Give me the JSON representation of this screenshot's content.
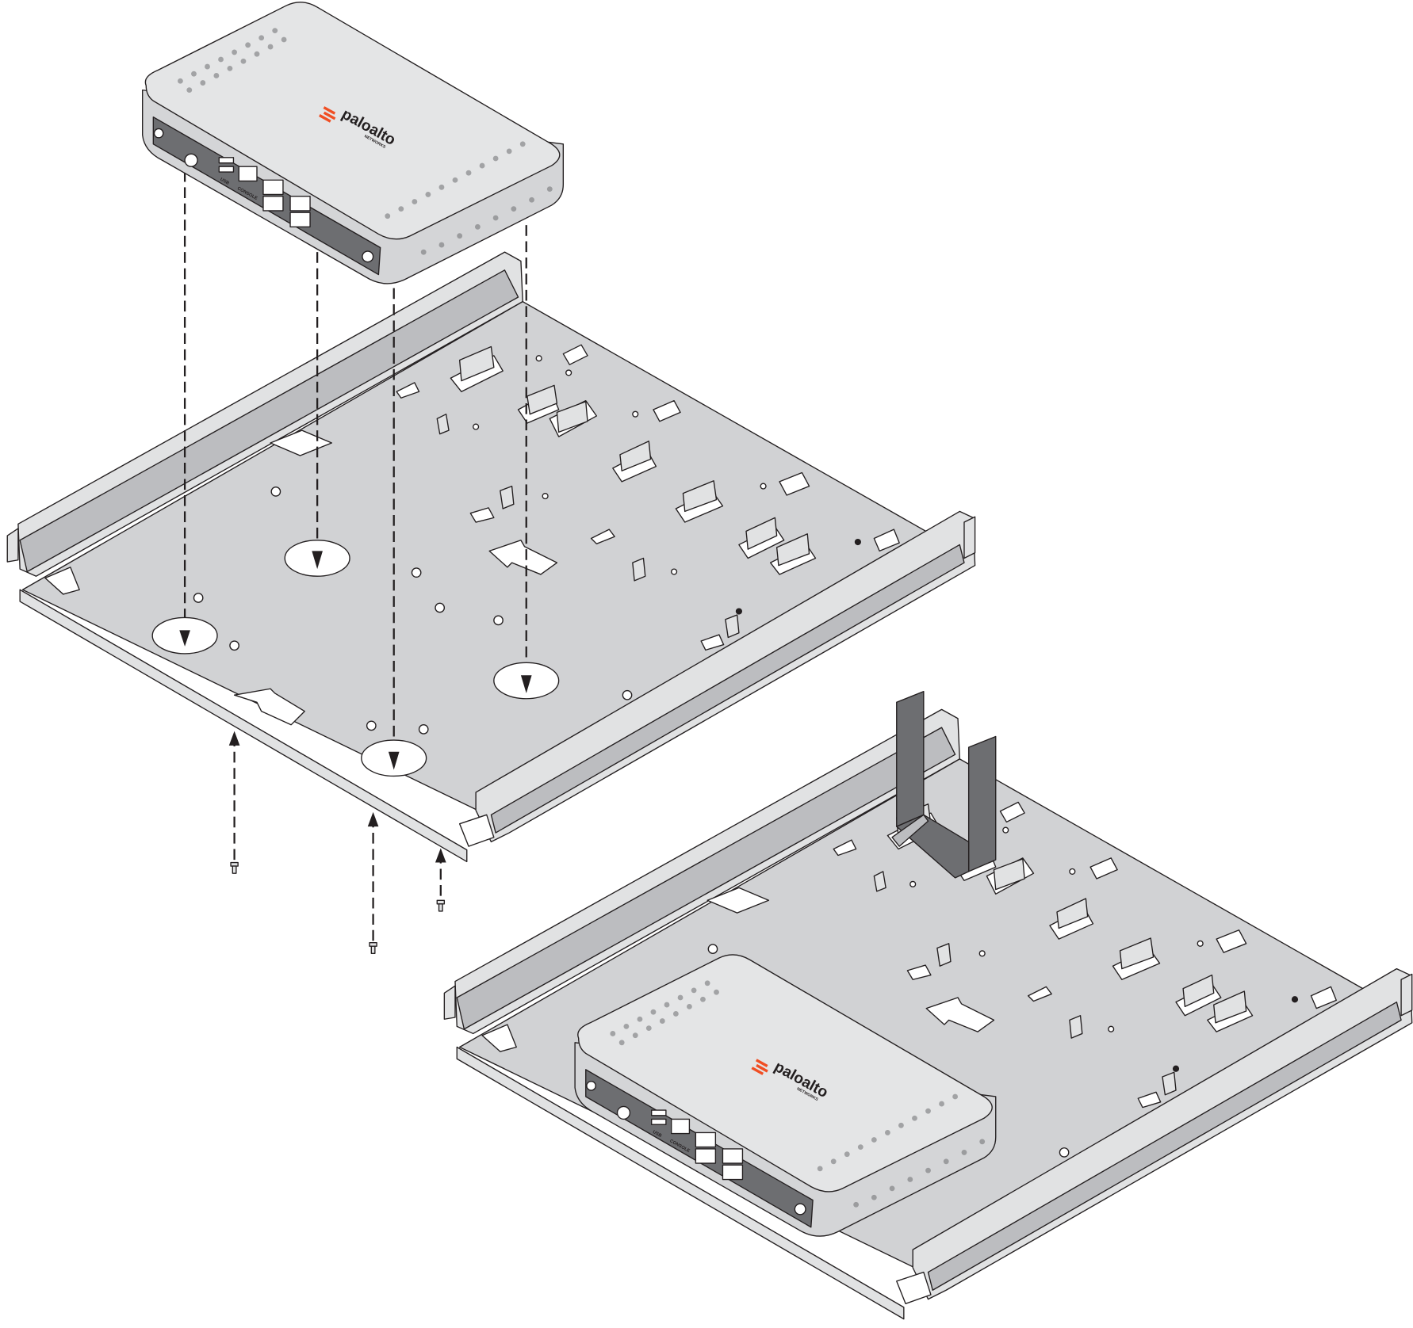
{
  "diagram": {
    "title": "Firewall installation onto rack mount tray",
    "device": {
      "brand_logo": "paloalto",
      "brand_sub": "NETWORKS",
      "brand_color": "#f04e23",
      "ports": {
        "usb": "USB",
        "console": "CONSOLE"
      }
    },
    "colors": {
      "plate": "#d1d2d4",
      "rail": "#e1e2e3",
      "bracket": "#6d6e71",
      "line": "#231f20"
    }
  }
}
